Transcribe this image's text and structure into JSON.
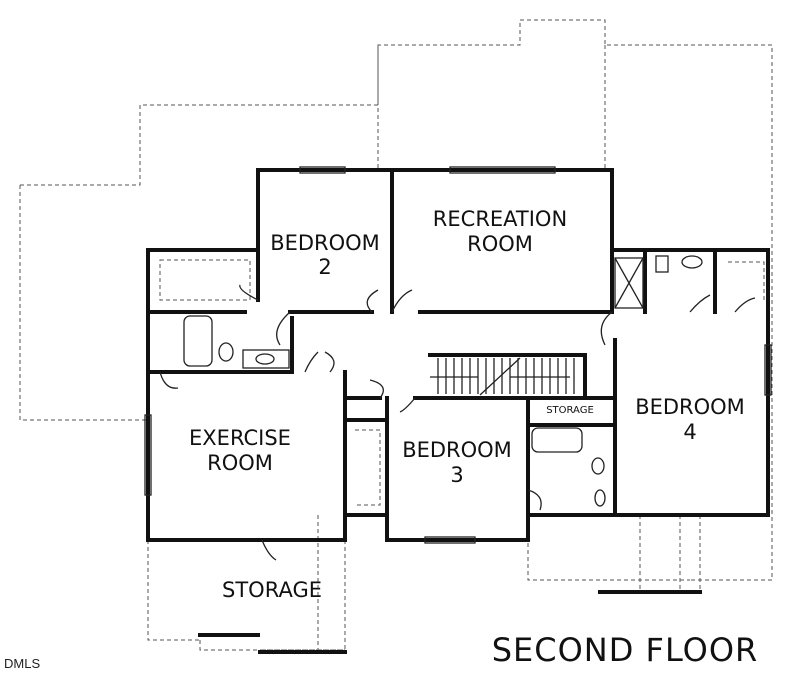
{
  "title": "SECOND FLOOR",
  "watermark": "DMLS",
  "rooms": {
    "bedroom2": [
      "BEDROOM",
      "2"
    ],
    "recreation": [
      "RECREATION",
      "ROOM"
    ],
    "exercise": [
      "EXERCISE",
      "ROOM"
    ],
    "bedroom3": [
      "BEDROOM",
      "3"
    ],
    "bedroom4": [
      "BEDROOM",
      "4"
    ],
    "storage_small": "STORAGE",
    "storage": "STORAGE"
  }
}
